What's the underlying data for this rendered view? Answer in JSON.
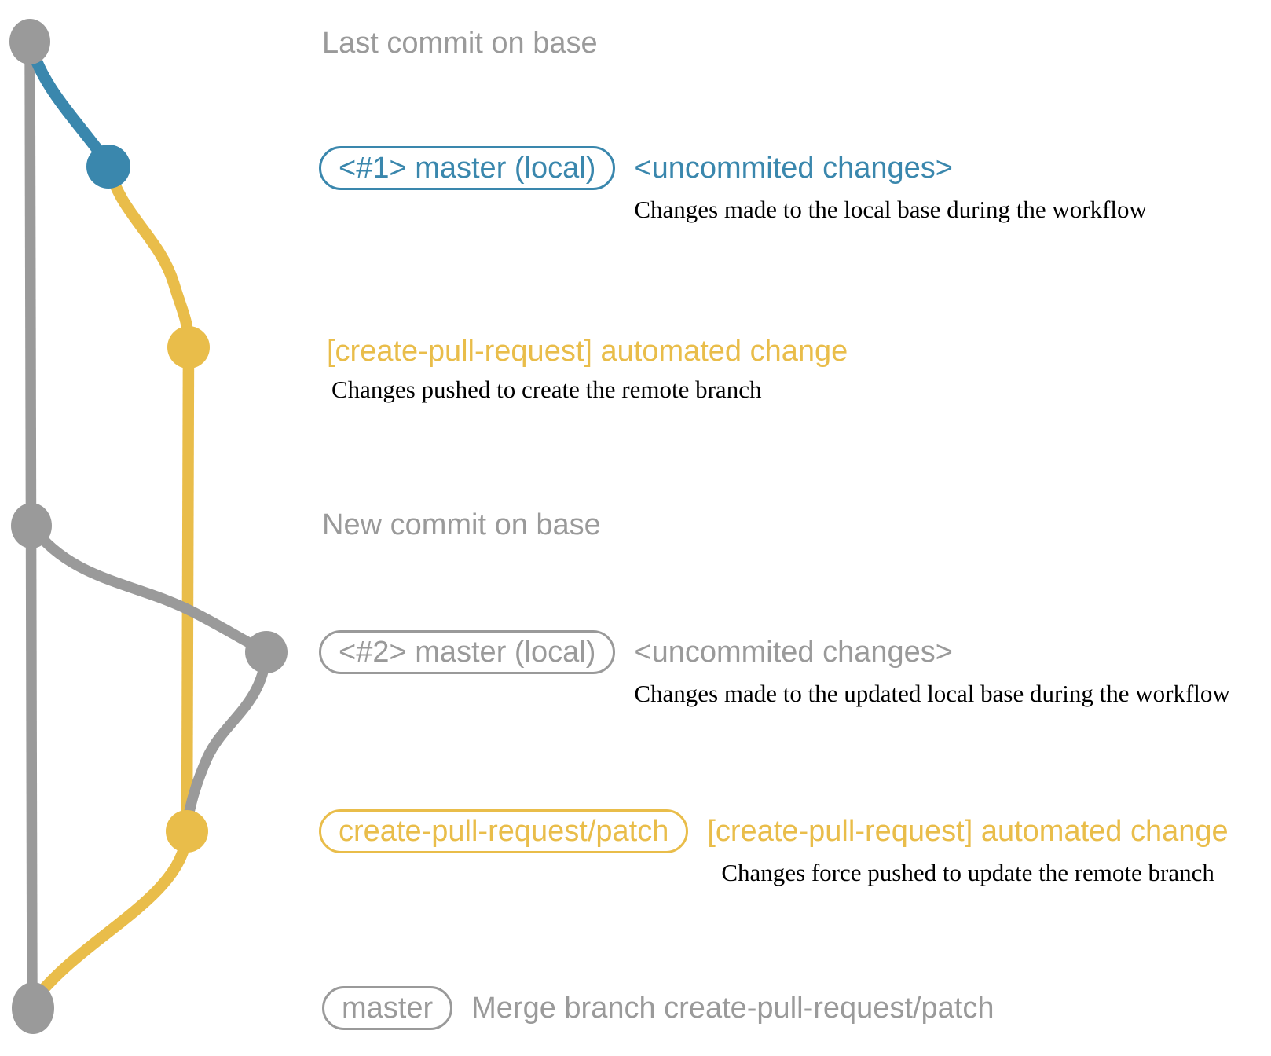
{
  "colors": {
    "base_branch_gray": "#9a9a9a",
    "local_branch_blue": "#3a87ad",
    "patch_branch_yellow": "#e9bd4a",
    "description_text_black": "#000000"
  },
  "blocks": {
    "last_commit": {
      "title": "Last commit on base"
    },
    "local_1": {
      "pill": "<#1> master (local)",
      "heading": "<uncommited changes>",
      "description": "Changes made to the local base during the workflow"
    },
    "remote_1": {
      "heading": "[create-pull-request] automated change",
      "description": "Changes pushed to create the remote branch"
    },
    "new_commit": {
      "title": "New commit on base"
    },
    "local_2": {
      "pill": "<#2> master (local)",
      "heading": "<uncommited changes>",
      "description": "Changes made to the updated local base during the workflow"
    },
    "remote_2": {
      "pill": "create-pull-request/patch",
      "heading": "[create-pull-request] automated change",
      "description": "Changes force pushed to update the remote branch"
    },
    "merge": {
      "pill": "master",
      "heading": "Merge branch create-pull-request/patch"
    }
  }
}
